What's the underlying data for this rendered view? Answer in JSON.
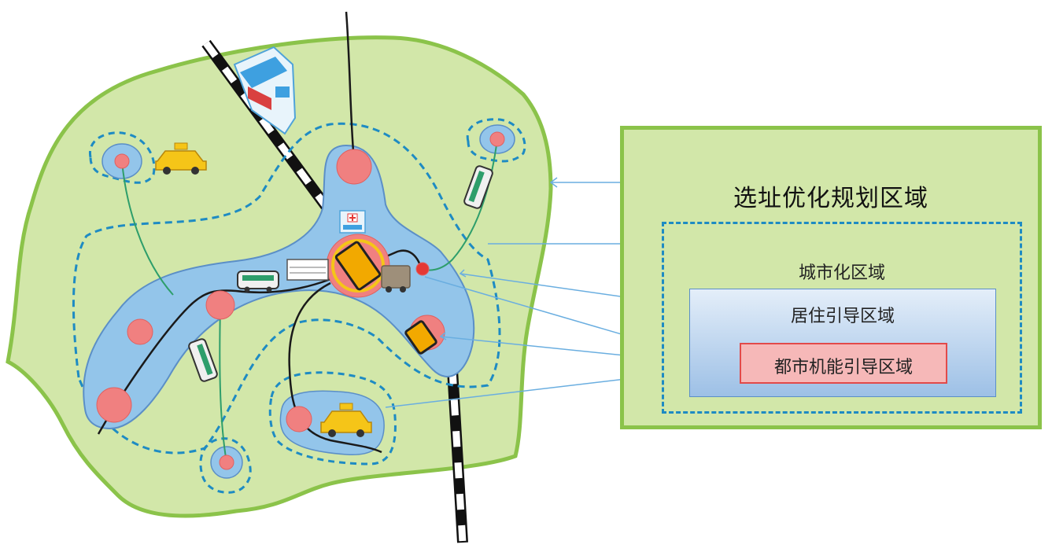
{
  "legend": {
    "title": "选址优化规划区域",
    "urbanization_area": "城市化区域",
    "residential_guidance_area": "居住引导区域",
    "urban_function_guidance_area": "都市机能引导区域"
  },
  "colors": {
    "green_fill": "#d2e7a9",
    "green_border": "#8bc34a",
    "blue_fill": "#93c5ea",
    "blue_dash": "#1e8bc3",
    "center_red": "#f08080",
    "arrow_blue": "#6aaee0"
  },
  "icons": [
    "taxi-icon",
    "bus-icon",
    "train-icon",
    "hospital-icon",
    "station-icon",
    "delivery-truck-icon"
  ]
}
